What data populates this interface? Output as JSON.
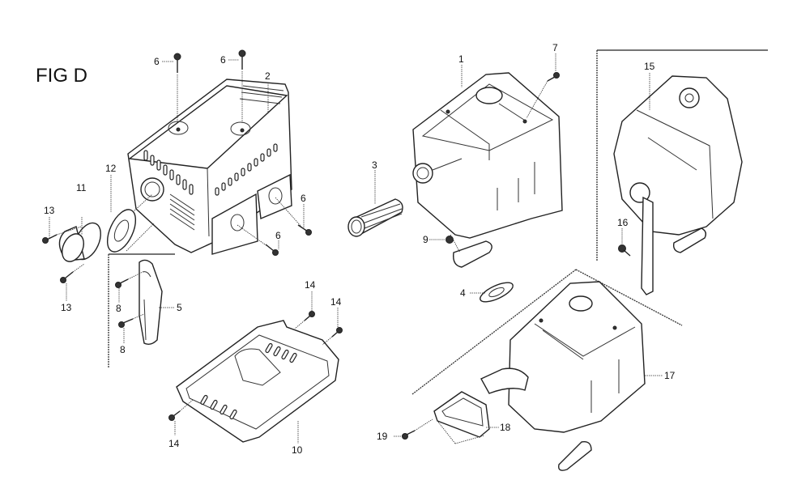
{
  "figure": {
    "title": "FIG D",
    "type": "exploded parts diagram"
  },
  "callouts": [
    {
      "id": "c-6a",
      "label": "6",
      "part": "bolt"
    },
    {
      "id": "c-6b",
      "label": "6",
      "part": "bolt"
    },
    {
      "id": "c-2",
      "label": "2",
      "part": "muffler protector"
    },
    {
      "id": "c-6c",
      "label": "6",
      "part": "bolt"
    },
    {
      "id": "c-6d",
      "label": "6",
      "part": "bolt"
    },
    {
      "id": "c-12",
      "label": "12",
      "part": "gasket"
    },
    {
      "id": "c-11",
      "label": "11",
      "part": "spark arrester cap"
    },
    {
      "id": "c-13a",
      "label": "13",
      "part": "screw"
    },
    {
      "id": "c-13b",
      "label": "13",
      "part": "screw"
    },
    {
      "id": "c-8a",
      "label": "8",
      "part": "screw"
    },
    {
      "id": "c-8b",
      "label": "8",
      "part": "screw"
    },
    {
      "id": "c-5",
      "label": "5",
      "part": "deflector"
    },
    {
      "id": "c-14a",
      "label": "14",
      "part": "bolt"
    },
    {
      "id": "c-14b",
      "label": "14",
      "part": "bolt"
    },
    {
      "id": "c-14c",
      "label": "14",
      "part": "bolt"
    },
    {
      "id": "c-10",
      "label": "10",
      "part": "muffler base"
    },
    {
      "id": "c-1",
      "label": "1",
      "part": "muffler"
    },
    {
      "id": "c-7",
      "label": "7",
      "part": "bolt"
    },
    {
      "id": "c-3",
      "label": "3",
      "part": "spark arrester screen"
    },
    {
      "id": "c-9",
      "label": "9",
      "part": "nut"
    },
    {
      "id": "c-4",
      "label": "4",
      "part": "gasket"
    },
    {
      "id": "c-15",
      "label": "15",
      "part": "muffler (alt)"
    },
    {
      "id": "c-16",
      "label": "16",
      "part": "bolt"
    },
    {
      "id": "c-17",
      "label": "17",
      "part": "muffler (alt)"
    },
    {
      "id": "c-18",
      "label": "18",
      "part": "exhaust deflector"
    },
    {
      "id": "c-19",
      "label": "19",
      "part": "screw"
    }
  ]
}
